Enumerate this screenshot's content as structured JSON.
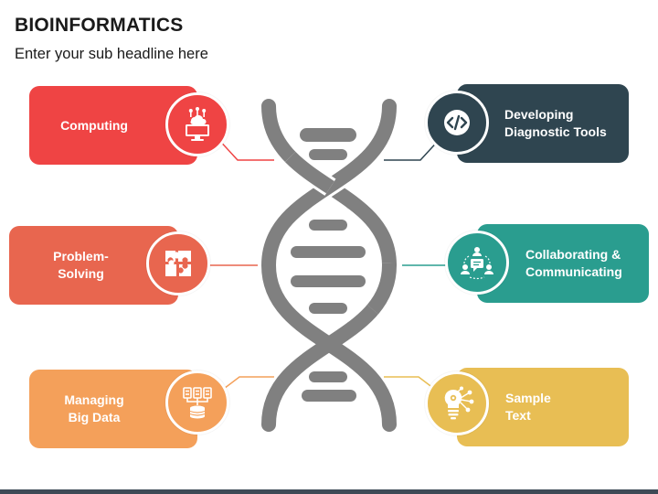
{
  "header": {
    "title": "BIOINFORMATICS",
    "subtitle": "Enter your sub headline here"
  },
  "items": [
    {
      "label": "Computing",
      "color": "#ef4444",
      "icon": "computer-cloud-icon"
    },
    {
      "label": "Problem-\nSolving",
      "color": "#e8664f",
      "icon": "puzzle-icon"
    },
    {
      "label": "Managing\nBig Data",
      "color": "#f4a05a",
      "icon": "database-icon"
    },
    {
      "label": "Developing\nDiagnostic Tools",
      "color": "#2f4550",
      "icon": "code-icon"
    },
    {
      "label": "Collaborating &\nCommunicating",
      "color": "#2a9d8f",
      "icon": "team-chat-icon"
    },
    {
      "label": "Sample\nText",
      "color": "#e8be54",
      "icon": "lightbulb-network-icon"
    }
  ],
  "colors": {
    "dna": "#808080",
    "footer": "#3e4a56"
  }
}
